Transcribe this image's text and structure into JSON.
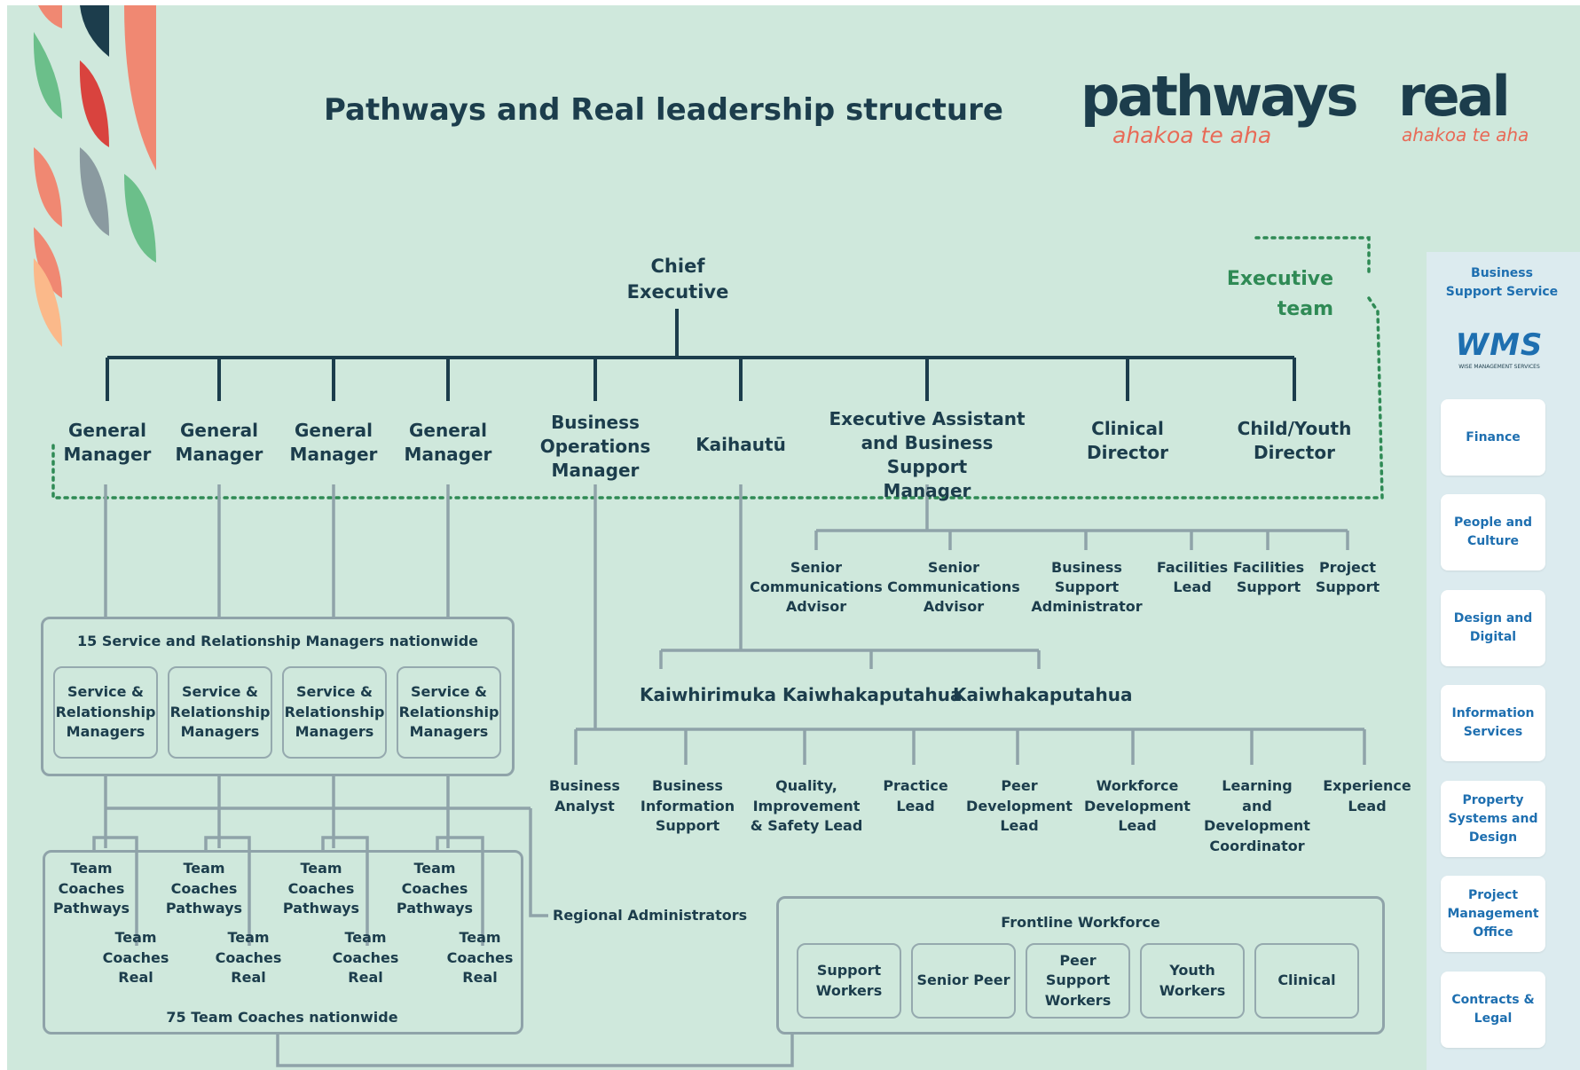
{
  "title": "Pathways and Real leadership structure",
  "logos": {
    "pathways": {
      "word": "pathways",
      "tagline": "ahakoa te aha"
    },
    "real": {
      "word": "real",
      "tagline": "ahakoa te aha"
    }
  },
  "executive_label": [
    "Executive",
    "team"
  ],
  "chief": [
    "Chief",
    "Executive"
  ],
  "executives": [
    [
      "General",
      "Manager"
    ],
    [
      "General",
      "Manager"
    ],
    [
      "General",
      "Manager"
    ],
    [
      "General",
      "Manager"
    ],
    [
      "Business",
      "Operations",
      "Manager"
    ],
    [
      "Kaihautū"
    ],
    [
      "Executive Assistant",
      "and Business Support",
      "Manager"
    ],
    [
      "Clinical",
      "Director"
    ],
    [
      "Child/Youth",
      "Director"
    ]
  ],
  "ea_reports": [
    [
      "Senior",
      "Communications",
      "Advisor"
    ],
    [
      "Senior",
      "Communications",
      "Advisor"
    ],
    [
      "Business Support",
      "Administrator"
    ],
    [
      "Facilities",
      "Lead"
    ],
    [
      "Facilities",
      "Support"
    ],
    [
      "Project",
      "Support"
    ]
  ],
  "kaihautu_reports": [
    "Kaiwhirimuka",
    "Kaiwhakaputahua",
    "Kaiwhakaputahua"
  ],
  "bom_reports": [
    [
      "Business",
      "Analyst"
    ],
    [
      "Business",
      "Information",
      "Support"
    ],
    [
      "Quality,",
      "Improvement",
      "& Safety Lead"
    ],
    [
      "Practice",
      "Lead"
    ],
    [
      "Peer",
      "Development",
      "Lead"
    ],
    [
      "Workforce",
      "Development",
      "Lead"
    ],
    [
      "Learning",
      "and",
      "Development",
      "Coordinator"
    ],
    [
      "Experience",
      "Lead"
    ]
  ],
  "srm_group": {
    "title": "15 Service and Relationship Managers nationwide",
    "cards": [
      [
        "Service &",
        "Relationship",
        "Managers"
      ],
      [
        "Service &",
        "Relationship",
        "Managers"
      ],
      [
        "Service &",
        "Relationship",
        "Managers"
      ],
      [
        "Service &",
        "Relationship",
        "Managers"
      ]
    ]
  },
  "coach_group": {
    "title": "75 Team Coaches nationwide",
    "pathways": [
      [
        "Team",
        "Coaches",
        "Pathways"
      ],
      [
        "Team",
        "Coaches",
        "Pathways"
      ],
      [
        "Team",
        "Coaches",
        "Pathways"
      ],
      [
        "Team",
        "Coaches",
        "Pathways"
      ]
    ],
    "real": [
      [
        "Team",
        "Coaches",
        "Real"
      ],
      [
        "Team",
        "Coaches",
        "Real"
      ],
      [
        "Team",
        "Coaches",
        "Real"
      ],
      [
        "Team",
        "Coaches",
        "Real"
      ]
    ]
  },
  "regional_admins": "Regional Administrators",
  "frontline": {
    "title": "Frontline Workforce",
    "cards": [
      [
        "Support",
        "Workers"
      ],
      [
        "Senior Peer"
      ],
      [
        "Peer Support",
        "Workers"
      ],
      [
        "Youth",
        "Workers"
      ],
      [
        "Clinical"
      ]
    ]
  },
  "side_panel": {
    "header": [
      "Business",
      "Support Service"
    ],
    "wms_logo": {
      "word": "WMS",
      "sub": "WISE MANAGEMENT SERVICES"
    },
    "items": [
      [
        "Finance"
      ],
      [
        "People and",
        "Culture"
      ],
      [
        "Design and",
        "Digital"
      ],
      [
        "Information",
        "Services"
      ],
      [
        "Property",
        "Systems and",
        "Design"
      ],
      [
        "Project",
        "Management",
        "Office"
      ],
      [
        "Contracts &",
        "Legal"
      ]
    ]
  },
  "colors": {
    "background": "#cfe8dc",
    "exec_line": "#1c3d4c",
    "staff_line": "#8fa3a9",
    "exec_dotted": "#2f8a55",
    "title_text": "#1c3d4c",
    "accent_coral": "#e86a57",
    "side_text": "#1e6fb0"
  }
}
